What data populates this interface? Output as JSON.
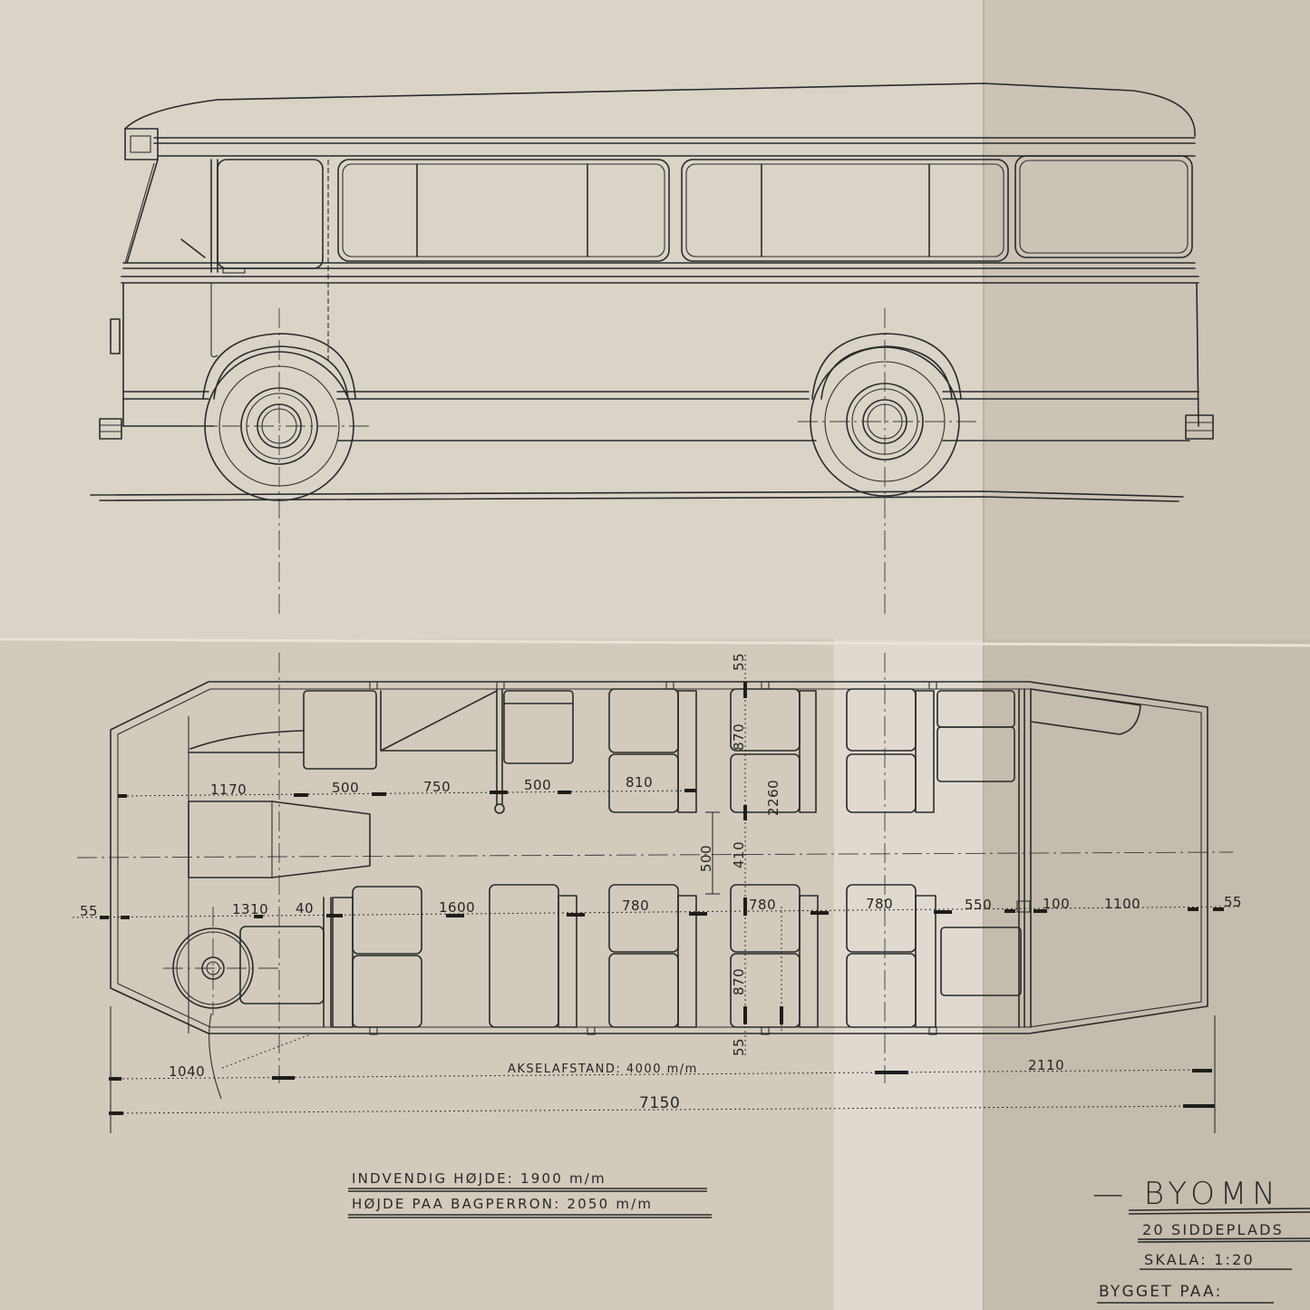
{
  "drawing": {
    "title": "— BYOMN",
    "subtitle": "20 SIDDEPLADS",
    "scale": "SKALA: 1:20",
    "built_on": "BYGGET PAA:",
    "notes": {
      "interior_height": "INDVENDIG HØJDE: 1900 m/m",
      "rear_platform_height": "HØJDE PAA BAGPERRON: 2050 m/m"
    },
    "axle_distance": "AKSELAFSTAND: 4000 m/m",
    "overall_length": "7150",
    "rear_overhang": "2110",
    "front_overhang": "1040"
  },
  "dimensions": {
    "top_row": [
      "1170",
      "500",
      "750",
      "500",
      "810"
    ],
    "bottom_row": [
      "55",
      "1310",
      "40",
      "1600",
      "780",
      "780",
      "780",
      "550",
      "100",
      "1100",
      "55"
    ],
    "vertical": {
      "top_wall": "55",
      "seat_depth_top": "870",
      "width_total": "2260",
      "aisle": "500",
      "aisle_inner": "410",
      "seat_depth_bottom": "870",
      "bottom_wall": "55"
    }
  },
  "views": {
    "side_elevation": "side-view",
    "plan_view": "floor-plan"
  },
  "colors": {
    "paper_left": "#d4ccbf",
    "paper_right": "#c6beb1",
    "ink": "#2b2a28"
  }
}
